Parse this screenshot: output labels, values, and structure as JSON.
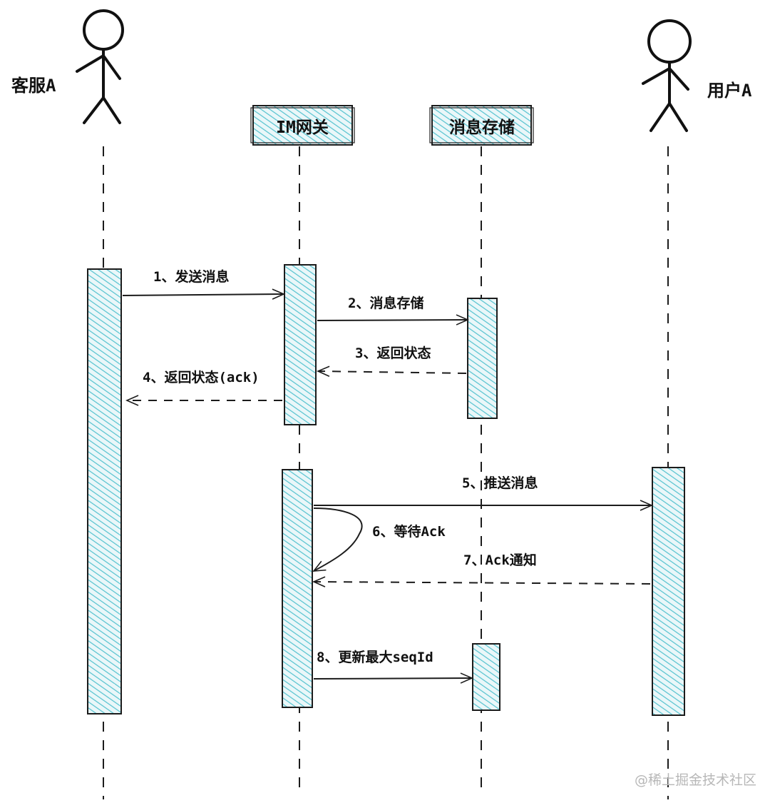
{
  "actors": {
    "cs_agent": "客服A",
    "user": "用户A"
  },
  "participants": {
    "gateway": "IM网关",
    "storage": "消息存储"
  },
  "messages": {
    "m1": "1、发送消息",
    "m2": "2、消息存储",
    "m3": "3、返回状态",
    "m4": "4、返回状态(ack)",
    "m5": "5、推送消息",
    "m6": "6、等待Ack",
    "m7": "7、Ack通知",
    "m8": "8、更新最大seqId"
  },
  "watermark": "@稀土掘金技术社区",
  "colors": {
    "fill": "#54c2cf",
    "stroke": "#1c1c1c"
  }
}
